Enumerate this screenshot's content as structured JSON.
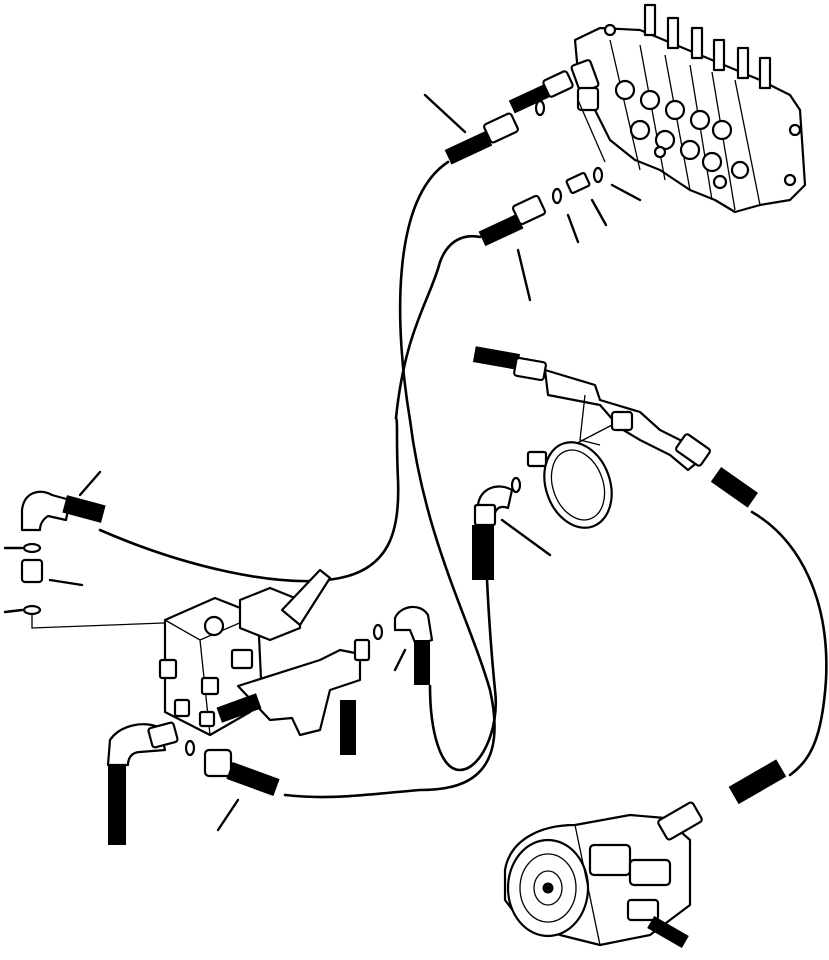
{
  "diagram": {
    "components": [
      {
        "id": "control-valve",
        "icon": "control-valve-icon"
      },
      {
        "id": "hydraulic-pump",
        "icon": "hydraulic-pump-icon"
      },
      {
        "id": "valve-block",
        "icon": "valve-block-icon"
      },
      {
        "id": "hose-clamp",
        "icon": "hose-clamp-icon"
      },
      {
        "id": "elbow-fittings",
        "icon": "elbow-fitting-icon"
      },
      {
        "id": "adapters",
        "icon": "adapter-icon"
      },
      {
        "id": "o-rings",
        "icon": "o-ring-icon"
      }
    ],
    "line_color": "#000000",
    "background": "#ffffff"
  }
}
